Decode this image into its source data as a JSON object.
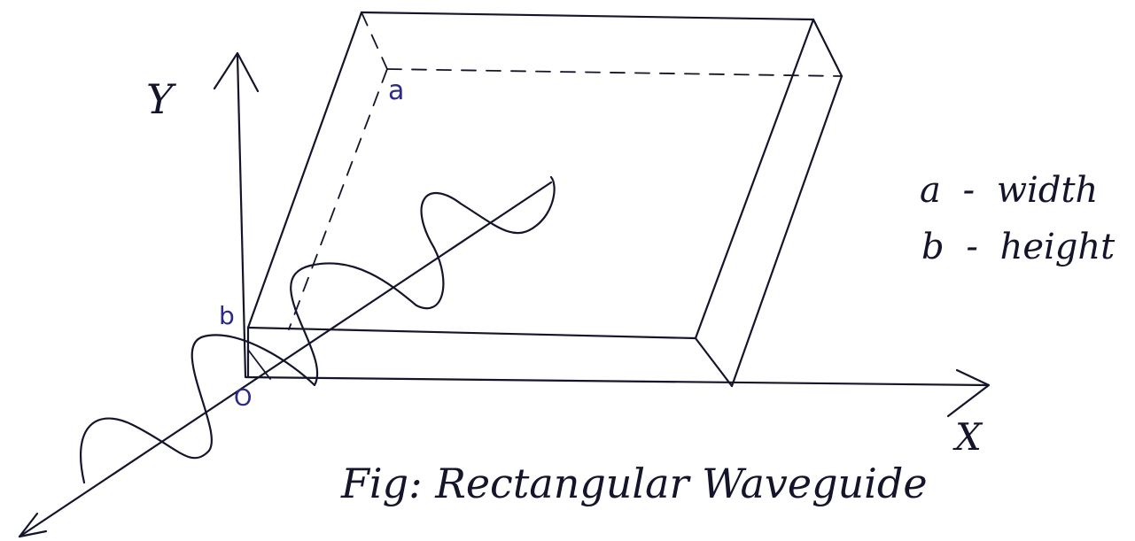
{
  "caption": "Fig: Rectangular Waveguide",
  "axes": {
    "x": "X",
    "y": "Y",
    "origin": "O"
  },
  "dimension_markers": {
    "a": "a",
    "b": "b"
  },
  "legend": [
    {
      "symbol": "a",
      "dash": "-",
      "meaning": "width"
    },
    {
      "symbol": "b",
      "dash": "-",
      "meaning": "height"
    }
  ],
  "colors": {
    "ink": "#14142a",
    "label_blue": "#2a2a8a",
    "background": "#ffffff"
  }
}
